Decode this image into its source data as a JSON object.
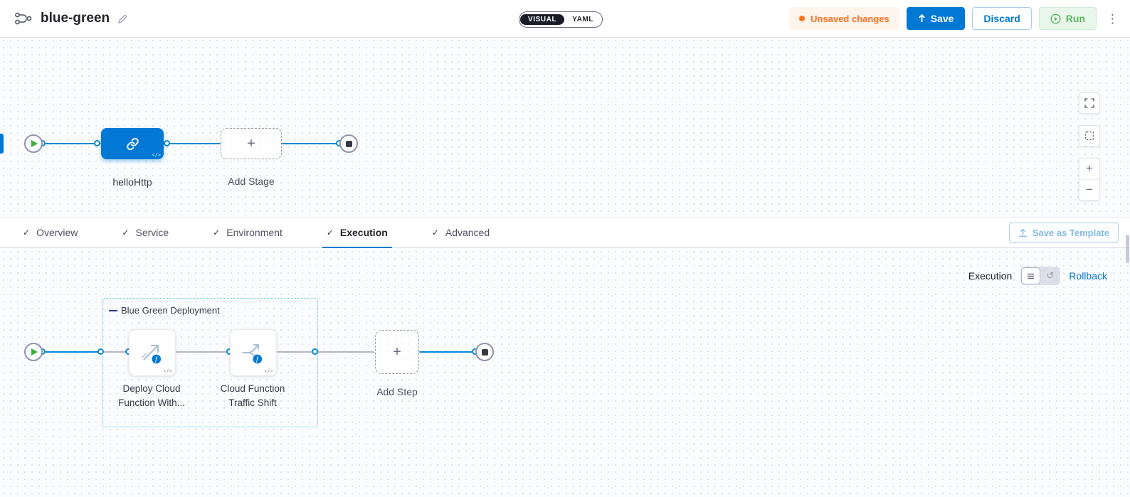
{
  "header": {
    "title": "blue-green",
    "toggle": {
      "visual": "VISUAL",
      "yaml": "YAML"
    },
    "unsaved": "Unsaved changes",
    "save": "Save",
    "discard": "Discard",
    "run": "Run"
  },
  "stage_canvas": {
    "stage_name": "helloHttp",
    "add_stage": "Add Stage"
  },
  "tabs": {
    "items": [
      {
        "label": "Overview"
      },
      {
        "label": "Service"
      },
      {
        "label": "Environment"
      },
      {
        "label": "Execution"
      },
      {
        "label": "Advanced"
      }
    ],
    "save_as_template": "Save as Template"
  },
  "execution": {
    "mode_label": "Execution",
    "rollback": "Rollback",
    "group_title": "Blue Green Deployment",
    "steps": [
      {
        "line1": "Deploy Cloud",
        "line2": "Function With..."
      },
      {
        "line1": "Cloud Function",
        "line2": "Traffic Shift"
      }
    ],
    "add_step": "Add Step"
  },
  "icons": {
    "plus": "+",
    "minus": "−",
    "check": "✓",
    "kebab": "⋮",
    "code": "</>",
    "fn": "ƒ",
    "rollback_arrow": "↺"
  },
  "colors": {
    "primary": "#0278d5",
    "orange": "#ff7020",
    "green": "#42ab45",
    "node_blue": "#0278d5"
  }
}
